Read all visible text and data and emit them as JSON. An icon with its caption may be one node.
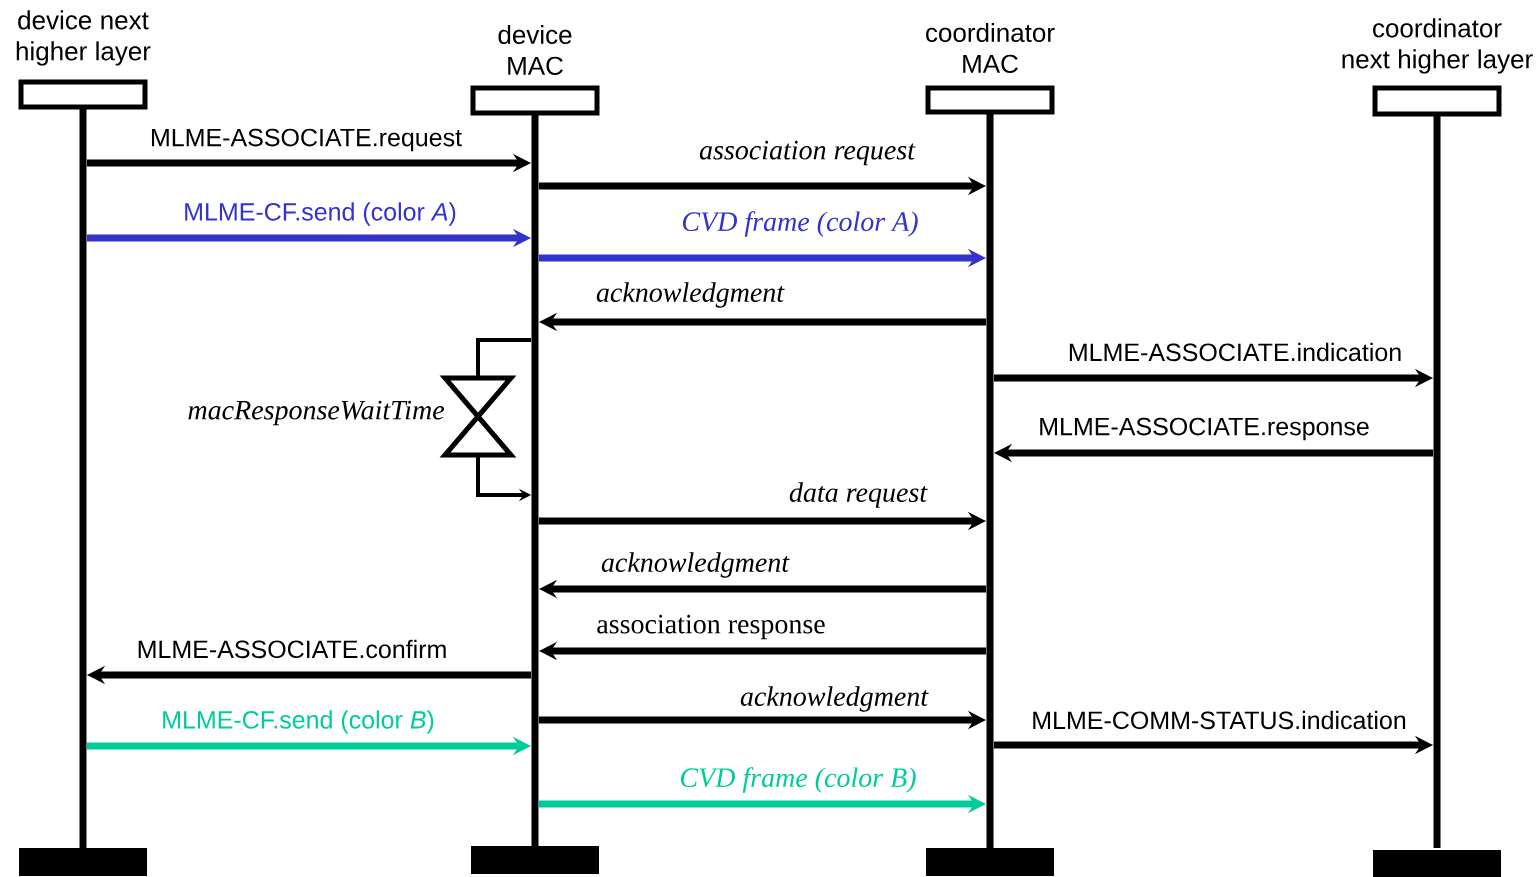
{
  "diagram": {
    "nodes": [
      {
        "text": [
          "device next higher layer"
        ]
      },
      {
        "text": [
          "device MAC"
        ]
      },
      {
        "text": [
          "coordinator MAC"
        ]
      },
      {
        "text": [
          "coordinator next higher layer"
        ]
      }
    ],
    "edges": [
      {
        "from": 0,
        "to": 1,
        "arrow": "to",
        "label": "MLME-ASSOCIATE.request"
      },
      {
        "from": 1,
        "to": 2,
        "arrow": "to",
        "label": "association request"
      },
      {
        "from": 0,
        "to": 1,
        "arrow": "to",
        "label": "MLME-CF.send (color *A*)",
        "color": "#3333cc"
      },
      {
        "from": 1,
        "to": 2,
        "arrow": "to",
        "label": "CVD frame (color A)",
        "color": "#3333cc"
      },
      {
        "from": 2,
        "to": 1,
        "arrow": "to",
        "label": "acknowledgment"
      },
      {
        "from": 1,
        "to": 1,
        "arrow": "to",
        "label": "macResponseWaitTime"
      },
      {
        "from": 2,
        "to": 3,
        "arrow": "to",
        "label": "MLME-ASSOCIATE.indication"
      },
      {
        "from": 3,
        "to": 2,
        "arrow": "to",
        "label": "MLME-ASSOCIATE.response"
      },
      {
        "from": 1,
        "to": 2,
        "arrow": "to",
        "label": "data request"
      },
      {
        "from": 2,
        "to": 1,
        "arrow": "to",
        "label": "acknowledgment"
      },
      {
        "from": 2,
        "to": 1,
        "arrow": "to",
        "label": "association response"
      },
      {
        "from": 1,
        "to": 0,
        "arrow": "to",
        "label": "MLME-ASSOCIATE.confirm"
      },
      {
        "from": 1,
        "to": 2,
        "arrow": "to",
        "label": "acknowledgment"
      },
      {
        "from": 2,
        "to": 3,
        "arrow": "to",
        "label": "MLME-COMM-STATUS.indication"
      },
      {
        "from": 0,
        "to": 1,
        "arrow": "to",
        "label": "MLME-CF.send (color *B*)",
        "color": "#00cc99"
      },
      {
        "from": 1,
        "to": 2,
        "arrow": "to",
        "label": "CVD frame (color B)",
        "color": "#00cc99"
      }
    ]
  }
}
